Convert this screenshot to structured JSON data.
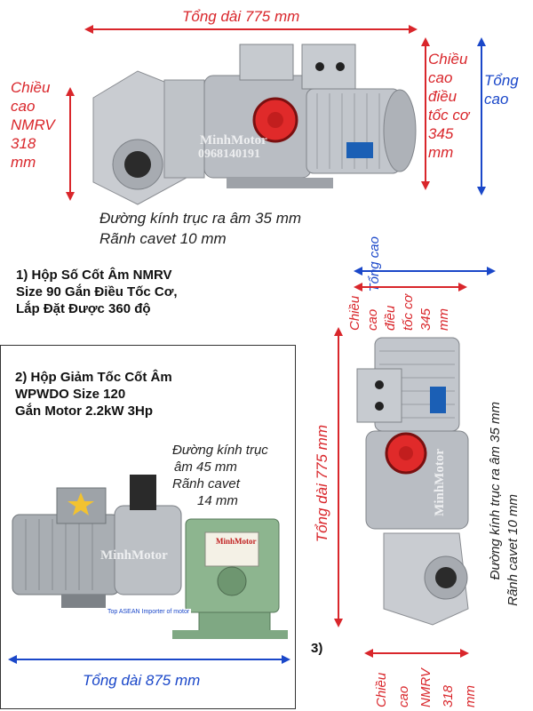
{
  "panel1": {
    "total_length": "Tổng dài 775 mm",
    "height_nmrv": [
      "Chiều",
      "cao",
      "NMRV",
      "318",
      "mm"
    ],
    "height_speed": [
      "Chiều",
      "cao",
      "điều",
      "tốc cơ",
      "345",
      "mm"
    ],
    "total_height": [
      "Tổng",
      "cao"
    ],
    "shaft_line1": "Đường kính trục ra âm 35 mm",
    "shaft_line2": "Rãnh cavet 10 mm",
    "watermark": "MinhMotor",
    "phone": "0968140191"
  },
  "item1": {
    "line1": "1) Hộp Số Cốt Âm NMRV",
    "line2": "Size 90 Gắn Điều Tốc Cơ,",
    "line3": "Lắp Đặt Được 360 độ"
  },
  "item2": {
    "line1": "2) Hộp Giảm Tốc Cốt Âm",
    "line2": "WPWDO Size 120",
    "line3": "Gắn Motor 2.2kW 3Hp",
    "shaft": [
      "Đường kính trục",
      "âm 45 mm",
      "Rãnh cavet",
      "14 mm"
    ],
    "total_length": "Tổng dài 875 mm",
    "watermark": "MinhMotor",
    "plate_brand": "MinhMotor",
    "plate_sub": "Top ASEAN Importer of motor"
  },
  "item3": {
    "number": "3)",
    "total_height": "Tổng cao",
    "height_speed": [
      "Chiều",
      "cao",
      "điều",
      "tốc cơ",
      "345",
      "mm"
    ],
    "total_length": "Tổng dài 775 mm",
    "shaft_line1": "Đường kính trục ra âm 35 mm",
    "shaft_line2": "Rãnh cavet 10 mm",
    "height_nmrv": [
      "Chiều",
      "cao",
      "NMRV",
      "318",
      "mm"
    ],
    "watermark": "MinhMotor"
  },
  "colors": {
    "dimension_red": "#d9262b",
    "dimension_blue": "#1a47c9",
    "aluminium": "#c9ccd1",
    "green_gearbox": "#8db58f",
    "knob_red": "#e02a2a"
  }
}
